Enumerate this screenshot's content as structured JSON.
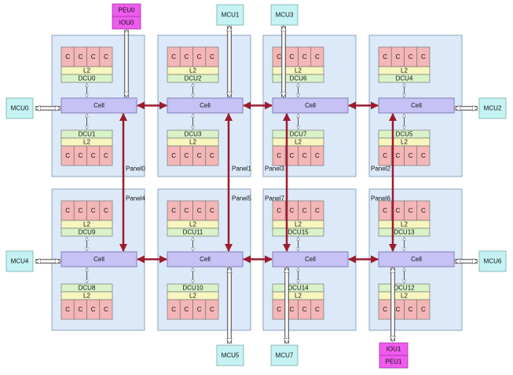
{
  "colors": {
    "panel_fill": "#dce9f8",
    "panel_stroke": "#8da4bd",
    "core_fill": "#f4b6b6",
    "l2_fill": "#f7f6bf",
    "dcu_fill": "#d9f3c9",
    "cell_fill": "#c7c2f5",
    "mcu_fill": "#c5f3f3",
    "peu_fill": "#ee5bee",
    "link_color": "#9b1b2f"
  },
  "core_label": "C",
  "l2_label": "L2",
  "cell_label": "Cell",
  "panels": [
    {
      "label": "Panel0",
      "top_dcu": "DCU0",
      "bottom_dcu": "DCU1"
    },
    {
      "label": "Panel1",
      "top_dcu": "DCU2",
      "bottom_dcu": "DCU3"
    },
    {
      "label": "Panel3",
      "top_dcu": "DCU6",
      "bottom_dcu": "DCU7"
    },
    {
      "label": "Panel2",
      "top_dcu": "DCU4",
      "bottom_dcu": "DCU5"
    },
    {
      "label": "Panel4",
      "top_dcu": "DCU9",
      "bottom_dcu": "DCU8"
    },
    {
      "label": "Panel5",
      "top_dcu": "DCU11",
      "bottom_dcu": "DCU10"
    },
    {
      "label": "Panel7",
      "top_dcu": "DCU15",
      "bottom_dcu": "DCU14"
    },
    {
      "label": "Panel6",
      "top_dcu": "DCU13",
      "bottom_dcu": "DCU12"
    }
  ],
  "mcus": [
    "MCU0",
    "MCU1",
    "MCU2",
    "MCU3",
    "MCU4",
    "MCU5",
    "MCU6",
    "MCU7"
  ],
  "io_top": {
    "upper": "PEU0",
    "lower": "IOU0"
  },
  "io_bottom": {
    "upper": "IOU1",
    "lower": "PEU1"
  }
}
